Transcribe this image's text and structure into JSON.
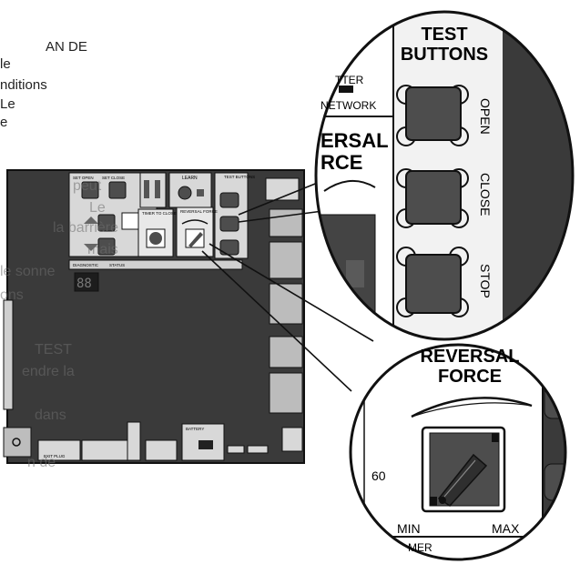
{
  "document_text": {
    "lines": [
      "AN  DE",
      "le",
      "nditions",
      "Le",
      "e"
    ]
  },
  "ghost_text": [
    "peut",
    "Le",
    "la barrière",
    "mais",
    "le sonne",
    "ons",
    "TEST",
    "endre  la",
    "dans",
    "n  de"
  ],
  "board_labels": {
    "set_open": "SET OPEN",
    "set_close": "SET CLOSE",
    "learn": "LEARN",
    "test_buttons": "TEST BUTTONS",
    "timer_to_close": "TIMER TO CLOSE",
    "reversal_force": "REVERSAL FORCE",
    "diagnostic": "DIAGNOSTIC",
    "status": "STATUS",
    "exit_plug": "EXIT PLUG",
    "battery": "BATTERY",
    "network": "NETWORK"
  },
  "callout_test": {
    "title_line1": "TEST",
    "title_line2": "BUTTONS",
    "switch_label_1": "TTER",
    "switch_label_2": "NETWORK",
    "side_title_1": "ERSAL",
    "side_title_2": "RCE",
    "buttons": [
      {
        "label": "OPEN"
      },
      {
        "label": "CLOSE"
      },
      {
        "label": "STOP"
      }
    ]
  },
  "callout_reversal": {
    "title_line1": "REVERSAL",
    "title_line2": "FORCE",
    "min_label": "MIN",
    "max_label": "MAX",
    "side_value": "60",
    "cut_label": "MER"
  },
  "colors": {
    "board": "#3a3a3a",
    "button_fill": "#4d4d4d",
    "outline": "#111111",
    "panel": "#e9e9e9"
  }
}
